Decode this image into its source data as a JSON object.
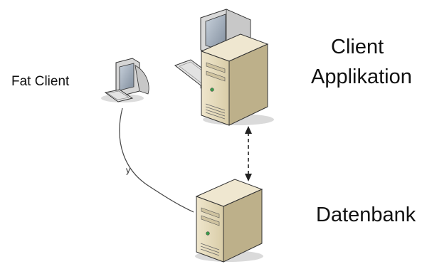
{
  "labels": {
    "fat_client": "Fat Client",
    "client_app_line1": "Client",
    "client_app_line2": "Applikation",
    "database": "Datenbank",
    "edge": "y"
  },
  "nodes": [
    {
      "id": "fat-client",
      "icon": "laptop-icon",
      "label": "Fat Client"
    },
    {
      "id": "client-app",
      "icon": "pc-with-tower-icon",
      "label": "Client Applikation"
    },
    {
      "id": "database",
      "icon": "server-tower-icon",
      "label": "Datenbank"
    }
  ],
  "edges": [
    {
      "from": "client-app",
      "to": "database",
      "style": "dashed",
      "arrows": "both"
    },
    {
      "from": "fat-client",
      "to": "database",
      "style": "solid-curve",
      "label": "y"
    }
  ],
  "colors": {
    "tower_front": "#e6dcc0",
    "tower_side": "#bdb08a",
    "tower_top": "#efe7d0",
    "monitor_screen": "#9aa6b4",
    "outline": "#333333",
    "line": "#444444",
    "shadow": "#d9d9d9"
  }
}
